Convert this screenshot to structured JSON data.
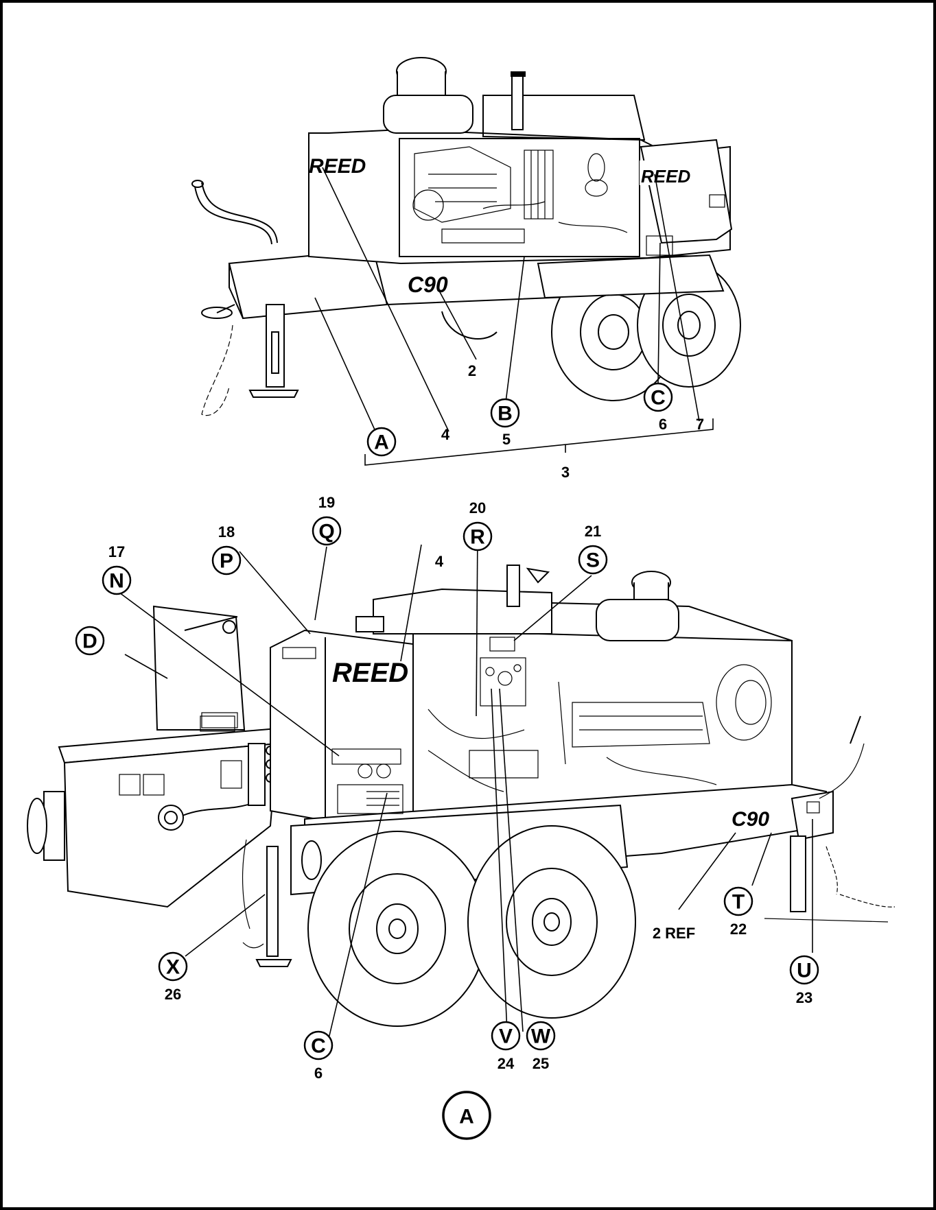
{
  "top_view": {
    "brand_left": "REED",
    "brand_right": "REED",
    "model": "C90",
    "callouts": [
      {
        "letter": "A"
      },
      {
        "letter": "B"
      },
      {
        "letter": "C"
      }
    ],
    "numbers": [
      "2",
      "4",
      "5",
      "6",
      "7",
      "3"
    ]
  },
  "bottom_view": {
    "brand": "REED",
    "model": "C90",
    "callouts": [
      {
        "letter": "N",
        "number": "17"
      },
      {
        "letter": "P",
        "number": "18"
      },
      {
        "letter": "Q",
        "number": "19"
      },
      {
        "letter": "R",
        "number": "20"
      },
      {
        "letter": "S",
        "number": "21"
      },
      {
        "letter": "D"
      },
      {
        "letter": "T",
        "number": "22"
      },
      {
        "letter": "U",
        "number": "23"
      },
      {
        "letter": "X",
        "number": "26"
      },
      {
        "letter": "C",
        "number": "6"
      },
      {
        "letter": "V",
        "number": "24"
      },
      {
        "letter": "W",
        "number": "25"
      }
    ],
    "number_4": "4",
    "ref_label": "2 REF",
    "view_letter": "A"
  }
}
